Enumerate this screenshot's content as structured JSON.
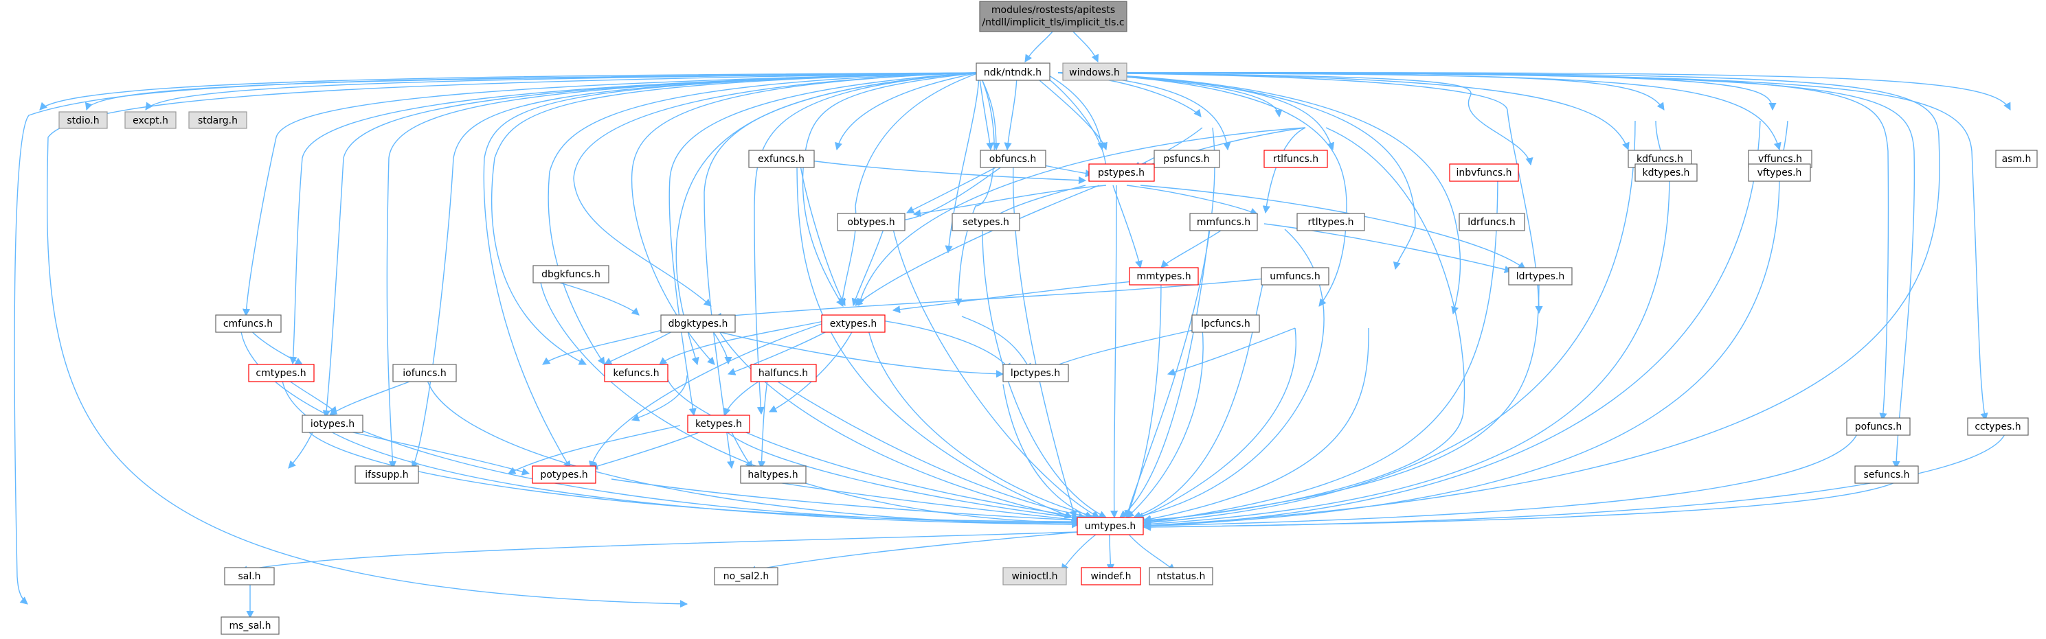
{
  "graph_title": "modules/rostests/apitests/ntdll/implicit_tls/implicit_tls.c",
  "colors": {
    "edge": "#63b8ff",
    "red_border": "#ff0000",
    "root_fill": "#999999",
    "sys_fill": "#e0e0e0"
  },
  "nodes": {
    "root": {
      "line1": "modules/rostests/apitests",
      "line2": "/ntdll/implicit_tls/implicit_tls.c"
    },
    "ntndk": "ndk/ntndk.h",
    "windows": "windows.h",
    "stdio": "stdio.h",
    "excpt": "excpt.h",
    "stdarg": "stdarg.h",
    "cmfuncs": "cmfuncs.h",
    "cmtypes": "cmtypes.h",
    "iofuncs": "iofuncs.h",
    "iotypes": "iotypes.h",
    "ifssupp": "ifssupp.h",
    "potypes": "potypes.h",
    "dbgkfuncs": "dbgkfuncs.h",
    "dbgktypes": "dbgktypes.h",
    "kefuncs": "kefuncs.h",
    "halfuncs": "halfuncs.h",
    "ketypes": "ketypes.h",
    "haltypes": "haltypes.h",
    "exfuncs": "exfuncs.h",
    "extypes": "extypes.h",
    "obfuncs": "obfuncs.h",
    "obtypes": "obtypes.h",
    "setypes": "setypes.h",
    "pstypes": "pstypes.h",
    "psfuncs": "psfuncs.h",
    "rtlfuncs": "rtlfuncs.h",
    "mmfuncs": "mmfuncs.h",
    "mmtypes": "mmtypes.h",
    "rtltypes": "rtltypes.h",
    "umfuncs": "umfuncs.h",
    "lpcfuncs": "lpcfuncs.h",
    "lpctypes": "lpctypes.h",
    "inbvfuncs": "inbvfuncs.h",
    "ldrfuncs": "ldrfuncs.h",
    "ldrtypes": "ldrtypes.h",
    "kdfuncs": "kdfuncs.h",
    "kdtypes": "kdtypes.h",
    "vffuncs": "vffuncs.h",
    "vftypes": "vftypes.h",
    "asm": "asm.h",
    "pofuncs": "pofuncs.h",
    "sefuncs": "sefuncs.h",
    "cctypes": "cctypes.h",
    "umtypes": "umtypes.h",
    "sal": "sal.h",
    "ms_sal": "ms_sal.h",
    "no_sal2": "no_sal2.h",
    "winioctl": "winioctl.h",
    "windef": "windef.h",
    "ntstatus": "ntstatus.h"
  }
}
